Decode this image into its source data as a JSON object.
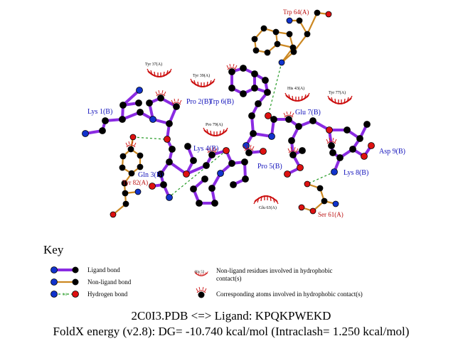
{
  "colors": {
    "ligand_bond": "#8a2be2",
    "nonligand_bond": "#cc8822",
    "hbond": "#229922",
    "hydrophobic": "#cc1111",
    "ligand_label": "#1111bb",
    "other_label": "#bb1111",
    "atom_c": "#000000",
    "atom_n": "#1133cc",
    "atom_o": "#dd1111"
  },
  "ligand_residues": [
    {
      "label": "Lys 1(B)"
    },
    {
      "label": "Pro 2(B)"
    },
    {
      "label": "Trp 6(B)"
    },
    {
      "label": "Gln 3(B)"
    },
    {
      "label": "Lys 4(B)"
    },
    {
      "label": "Pro 5(B)"
    },
    {
      "label": "Glu 7(B)"
    },
    {
      "label": "Lys 8(B)"
    },
    {
      "label": "Asp 9(B)"
    }
  ],
  "hbond_residues": [
    {
      "label": "Trp 64(A)"
    },
    {
      "label": "Tyr 82(A)"
    },
    {
      "label": "Ser 61(A)"
    }
  ],
  "hydrophobic_residues": [
    {
      "label": "Tyr 37(A)"
    },
    {
      "label": "Tyr 39(A)"
    },
    {
      "label": "His 43(A)"
    },
    {
      "label": "Tyr 77(A)"
    },
    {
      "label": "Pro 79(A)"
    },
    {
      "label": "Glu 63(A)"
    }
  ],
  "key": {
    "title": "Key",
    "ligand_bond": "Ligand bond",
    "nonligand_bond": "Non-ligand bond",
    "hydrogen_bond": "Hydrogen bond",
    "hbond_length": "3.0",
    "sample_residue": "His 53",
    "hydrophobic_residues_line1": "Non-ligand residues involved in hydrophobic",
    "hydrophobic_residues_line2": "contact(s)",
    "hydrophobic_atoms": "Corresponding atoms involved in hydrophobic contact(s)"
  },
  "caption": {
    "line1": "2C0I3.PDB <=> Ligand: KPQKPWEKD",
    "line2": "FoldX energy (v2.8): DG= -10.740 kcal/mol (Intraclash= 1.250 kcal/mol)"
  }
}
